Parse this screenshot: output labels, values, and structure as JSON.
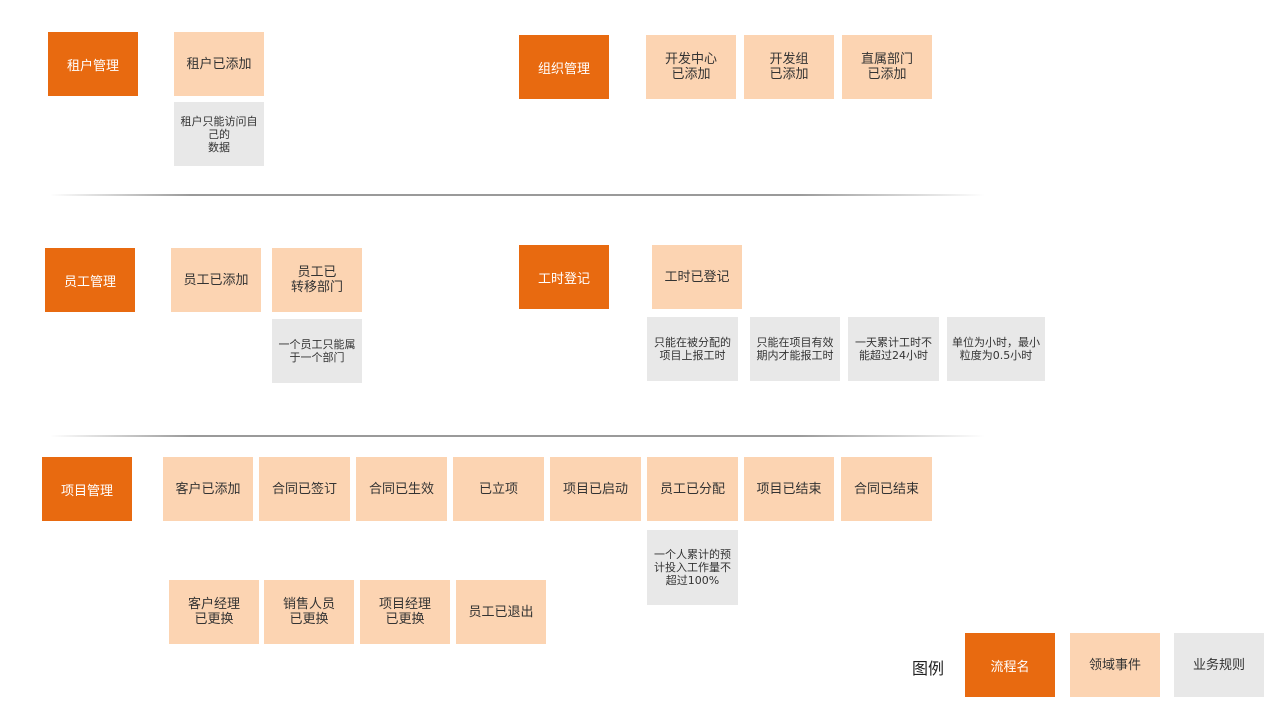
{
  "colors": {
    "process": "#e86a10",
    "event": "#fcd4b2",
    "rule": "#e8e8e8"
  },
  "tenant": {
    "process": "租户管理",
    "event": "租户已添加",
    "rule": "租户只能访问自\n己的\n数据"
  },
  "org": {
    "process": "组织管理",
    "events": [
      "开发中心\n已添加",
      "开发组\n已添加",
      "直属部门\n已添加"
    ]
  },
  "employee": {
    "process": "员工管理",
    "events": [
      "员工已添加",
      "员工已\n转移部门"
    ],
    "rule": "一个员工只能属\n于一个部门"
  },
  "timesheet": {
    "process": "工时登记",
    "event": "工时已登记",
    "rules": [
      "只能在被分配的\n项目上报工时",
      "只能在项目有效\n期内才能报工时",
      "一天累计工时不\n能超过24小时",
      "单位为小时，最小\n粒度为0.5小时"
    ]
  },
  "project": {
    "process": "项目管理",
    "events": [
      "客户已添加",
      "合同已签订",
      "合同已生效",
      "已立项",
      "项目已启动",
      "员工已分配",
      "项目已结束",
      "合同已结束"
    ],
    "rule": "一个人累计的预\n计投入工作量不\n超过100%",
    "change_events": [
      "客户经理\n已更换",
      "销售人员\n已更换",
      "项目经理\n已更换",
      "员工已退出"
    ]
  },
  "legend": {
    "title": "图例",
    "process": "流程名",
    "event": "领域事件",
    "rule": "业务规则"
  }
}
